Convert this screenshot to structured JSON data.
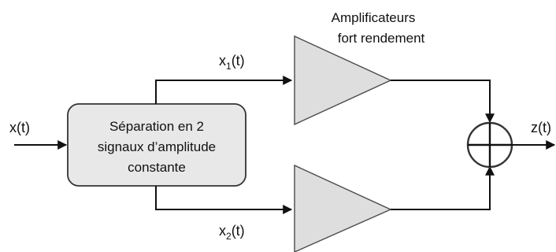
{
  "signals": {
    "input": "x(t)",
    "output": "z(t)",
    "branch1": {
      "base": "x",
      "sub": "1",
      "arg": "(t)"
    },
    "branch2": {
      "base": "x",
      "sub": "2",
      "arg": "(t)"
    }
  },
  "splitter": {
    "lines": [
      "Séparation en 2",
      "signaux d’amplitude",
      "constante"
    ]
  },
  "amplifiers": {
    "label_lines": [
      "Amplificateurs",
      "fort rendement"
    ]
  },
  "summer": {
    "icon": "sum-plus-icon"
  }
}
